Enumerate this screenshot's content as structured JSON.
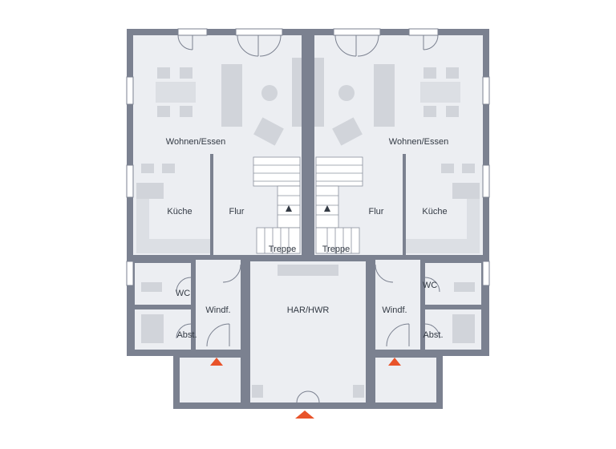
{
  "plan": {
    "colors": {
      "wall": "#7b8190",
      "floor": "#eceef2",
      "furniture": "#d1d4da",
      "entrance_marker": "#e8532a"
    },
    "rooms": {
      "wohnen_left": "Wohnen/Essen",
      "wohnen_right": "Wohnen/Essen",
      "kueche_left": "Küche",
      "kueche_right": "Küche",
      "flur_left": "Flur",
      "flur_right": "Flur",
      "treppe_left": "Treppe",
      "treppe_right": "Treppe",
      "wc_left": "WC",
      "wc_right": "WC",
      "windf_left": "Windf.",
      "windf_right": "Windf.",
      "abst_left": "Abst.",
      "abst_right": "Abst.",
      "har": "HAR/HWR"
    }
  }
}
